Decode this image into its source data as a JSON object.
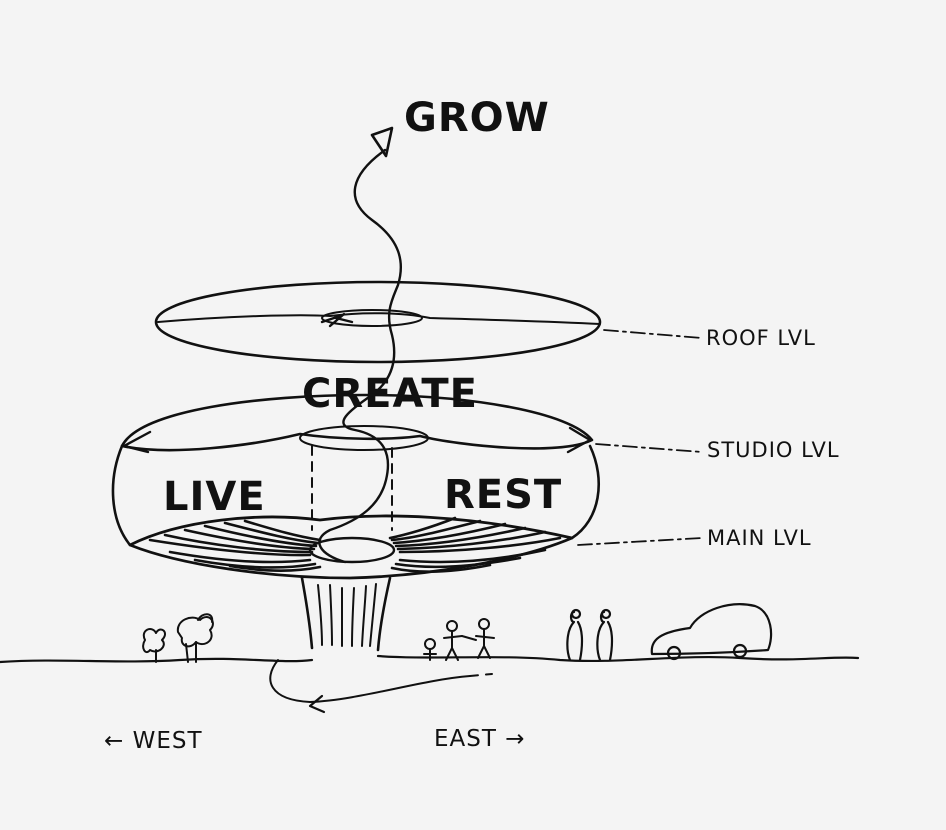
{
  "labels": {
    "grow": "GROW",
    "create": "CREATE",
    "live": "LIVE",
    "rest": "REST"
  },
  "levels": {
    "roof": "ROOF LVL",
    "studio": "STUDIO LVL",
    "main": "MAIN LVL"
  },
  "directions": {
    "west": "← WEST",
    "east": "EAST →"
  },
  "colors": {
    "paper": "#f4f4f4",
    "ink": "#111111"
  }
}
